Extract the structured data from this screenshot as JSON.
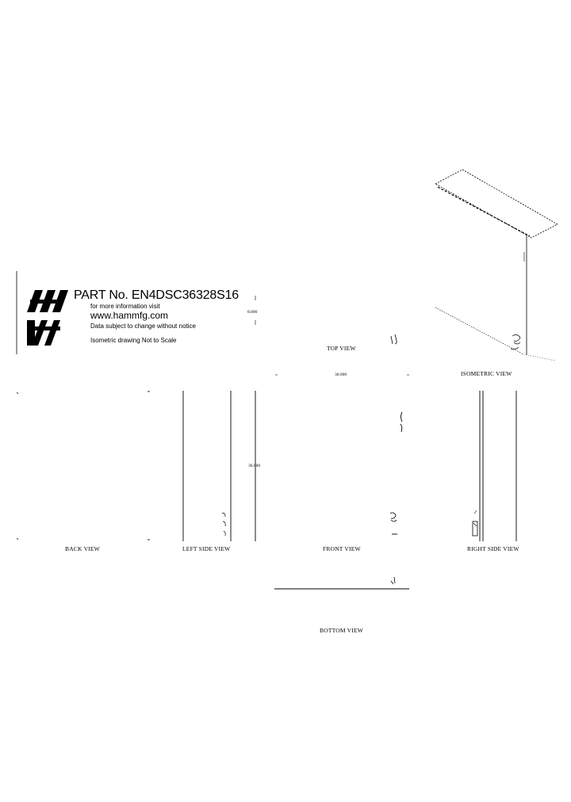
{
  "title_block": {
    "part_no": "PART No. EN4DSC36328S16",
    "more_info": "for more information visit",
    "website": "www.hammfg.com",
    "notice": "Data subject to change without notice",
    "iso_note": "Isometric drawing Not to Scale"
  },
  "views": {
    "top": "TOP VIEW",
    "isometric": "ISOMETRIC VIEW",
    "back": "BACK VIEW",
    "left_side": "LEFT SIDE VIEW",
    "front": "FRONT VIEW",
    "right_side": "RIGHT SIDE VIEW",
    "bottom": "BOTTOM VIEW"
  },
  "dimensions": {
    "top_width": "36.000",
    "front_height": "36.000",
    "top_depth": "8.000"
  },
  "logo": {
    "letters": "HW",
    "color": "#000000"
  }
}
